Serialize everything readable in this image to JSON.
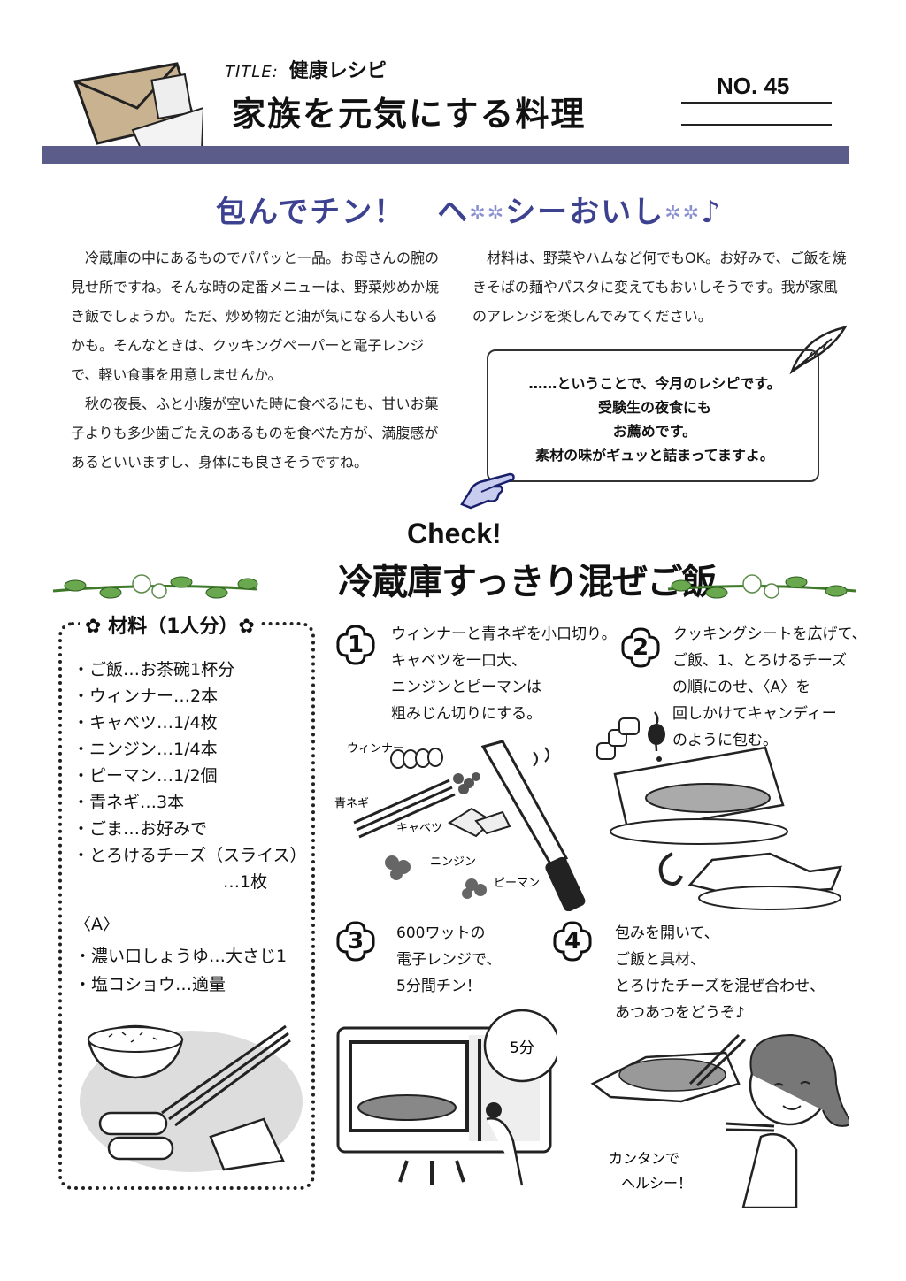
{
  "header": {
    "title_key": "TITLE:",
    "title_value": "健康レシピ",
    "main_title": "家族を元気にする料理",
    "number": "NO. 45"
  },
  "headline": {
    "part1": "包んでチン！　ヘ",
    "part2": "シーおいし",
    "part3": "♪"
  },
  "intro": {
    "left_p1": "冷蔵庫の中にあるものでパパッと一品。お母さんの腕の見せ所ですね。そんな時の定番メニューは、野菜炒めか焼き飯でしょうか。ただ、炒め物だと油が気になる人もいるかも。そんなときは、クッキングペーパーと電子レンジで、軽い食事を用意しませんか。",
    "left_p2": "秋の夜長、ふと小腹が空いた時に食べるにも、甘いお菓子よりも多少歯ごたえのあるものを食べた方が、満腹感があるといいますし、身体にも良さそうですね。",
    "right_p1": "材料は、野菜やハムなど何でもOK。お好みで、ご飯を焼きそばの麺やパスタに変えてもおいしそうです。我が家風のアレンジを楽しんでみてください。"
  },
  "bubble": {
    "line1": "……ということで、今月のレシピです。",
    "line2": "受験生の夜食にも",
    "line3": "お薦めです。",
    "line4": "素材の味がギュッと詰まってますよ。"
  },
  "section": {
    "check": "Check!",
    "title": "冷蔵庫すっきり混ぜご飯"
  },
  "ingredients": {
    "title": "✿ 材料（1人分）✿",
    "items": [
      "ご飯…お茶碗1杯分",
      "ウィンナー…2本",
      "キャベツ…1/4枚",
      "ニンジン…1/4本",
      "ピーマン…1/2個",
      "青ネギ…3本",
      "ごま…お好みで",
      "とろけるチーズ（スライス）"
    ],
    "items_cont": "…1枚",
    "sauce_head": "〈A〉",
    "sauce": [
      "濃い口しょうゆ…大さじ1",
      "塩コショウ…適量"
    ]
  },
  "steps": [
    {
      "num": "1",
      "text": [
        "ウィンナーと青ネギを小口切り。",
        "キャベツを一口大、",
        "ニンジンとピーマンは",
        "粗みじん切りにする。"
      ]
    },
    {
      "num": "2",
      "text": [
        "クッキングシートを広げて、",
        "ご飯、1、とろけるチーズ",
        "の順にのせ、〈A〉を",
        "回しかけてキャンディー",
        "のように包む。"
      ]
    },
    {
      "num": "3",
      "text": [
        "600ワットの",
        "電子レンジで、",
        "5分間チン！"
      ]
    },
    {
      "num": "4",
      "text": [
        "包みを開いて、",
        "ご飯と具材、",
        "とろけたチーズを混ぜ合わせ、",
        "あつあつをどうぞ♪"
      ]
    }
  ],
  "labels": {
    "sausage": "ウィンナー",
    "negi": "青ネギ",
    "cabbage": "キャベツ",
    "carrot": "ニンジン",
    "pepper": "ピーマン",
    "timer": "5分",
    "easy": "カンタンで",
    "healthy": "ヘルシー！"
  },
  "colors": {
    "band": "#5b5c8a",
    "headline": "#3c4190"
  }
}
